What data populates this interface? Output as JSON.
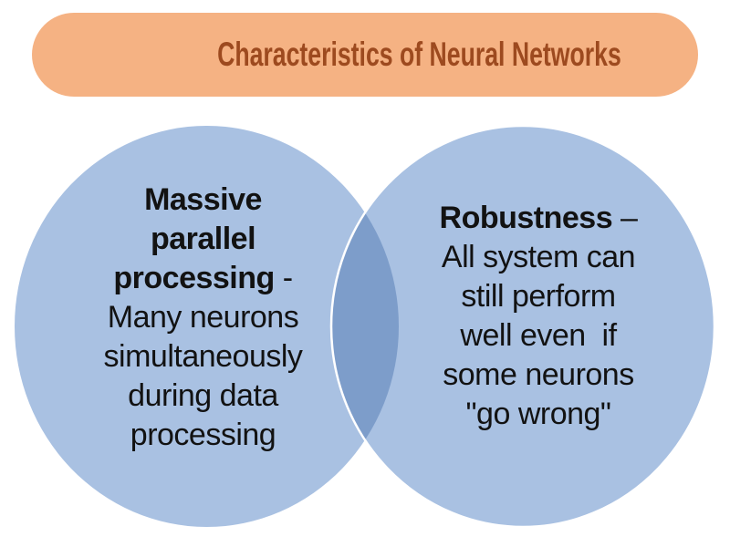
{
  "title": {
    "text": "Characteristics of Neural Networks"
  },
  "colors": {
    "banner_fill": "#F5B283",
    "banner_text": "#9D4A1F",
    "circle_fill": "#A9C1E2",
    "overlap_fill": "#7D9DCA",
    "circle_outline": "#FFFFFF",
    "body_text": "#121212",
    "background": "#FFFFFF"
  },
  "venn": {
    "left": {
      "lines": [
        {
          "b": "Massive"
        },
        {
          "b": "parallel"
        },
        {
          "b": "processing",
          "r": " -"
        },
        {
          "r": "Many neurons"
        },
        {
          "r": "simultaneously"
        },
        {
          "r": "during data"
        },
        {
          "r": "processing"
        }
      ]
    },
    "right": {
      "lines": [
        {
          "b": "Robustness",
          "r": " –"
        },
        {
          "r": "All system can"
        },
        {
          "r": "still perform"
        },
        {
          "r": "well even  if"
        },
        {
          "r": "some neurons"
        },
        {
          "r": "\"go wrong\""
        }
      ]
    }
  }
}
